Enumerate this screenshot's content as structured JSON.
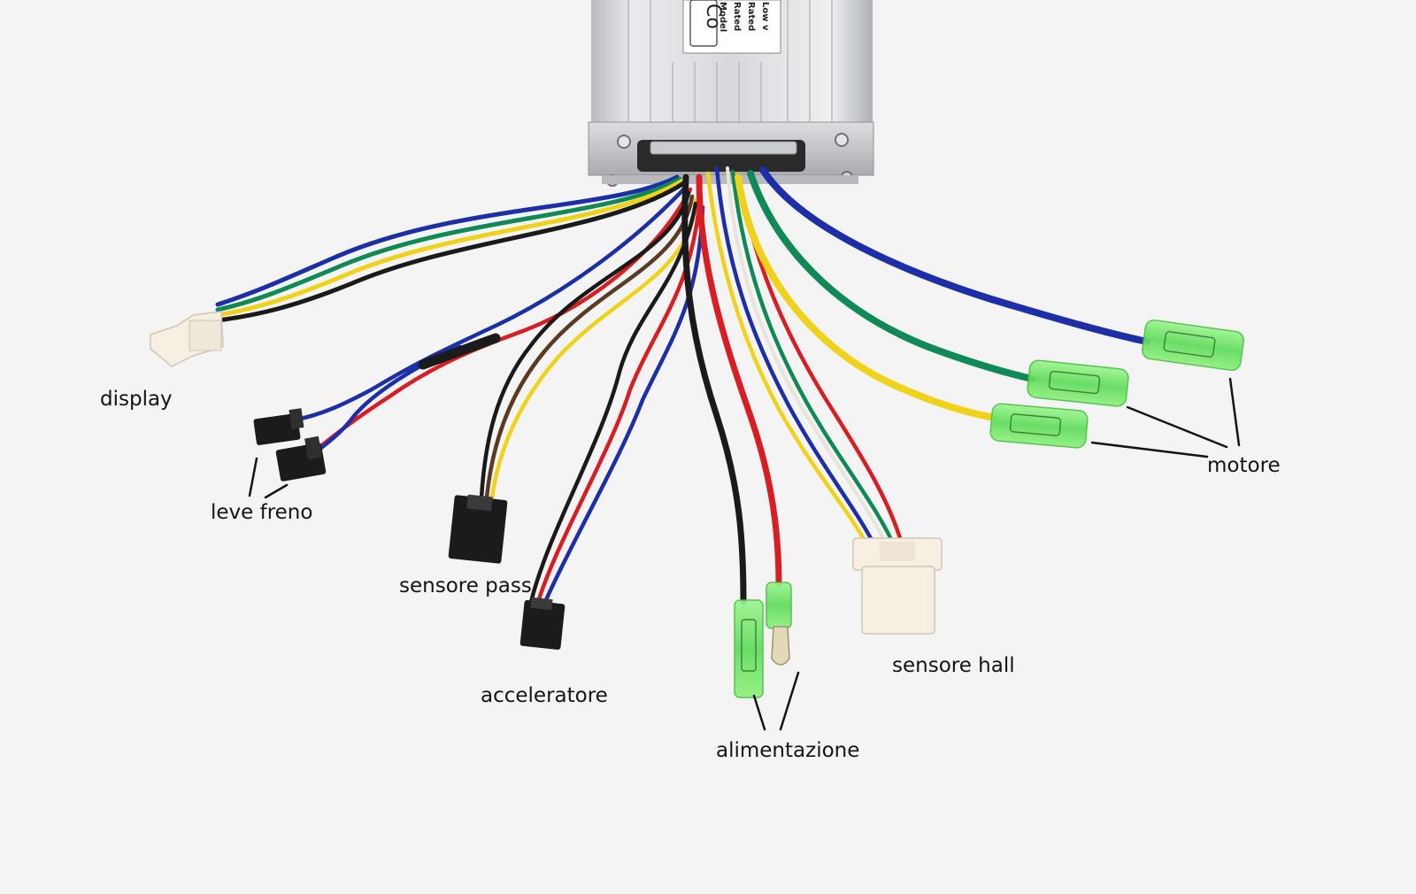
{
  "controller": {
    "label_title": "Co",
    "label_lines": [
      "Model",
      "Rated",
      "Rated",
      "Low v"
    ]
  },
  "labels": {
    "display": "display",
    "brake_levers": "leve freno",
    "pedal_sensor": "sensore pass",
    "throttle": "acceleratore",
    "power": "alimentazione",
    "hall_sensor": "sensore hall",
    "motor": "motore"
  },
  "colors": {
    "background": "#f4f4f4",
    "aluminium": "#d7d9dc",
    "wire_blue": "#1c2fa8",
    "wire_green": "#0f8a57",
    "wire_yellow": "#f0d21a",
    "wire_red": "#d81e23",
    "wire_black": "#1a1a1a",
    "wire_brown": "#5a3a22",
    "connector_white": "#f6efe2",
    "connector_black": "#1b1b1b",
    "terminal_green": "#6fe86a"
  }
}
